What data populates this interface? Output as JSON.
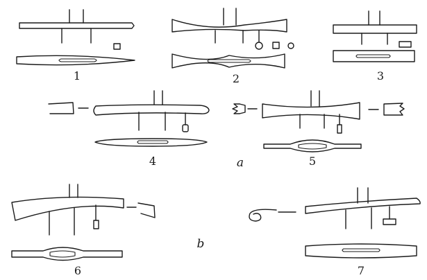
{
  "figure": {
    "group_labels": {
      "a": "a",
      "b": "b"
    },
    "items": [
      {
        "id": "1",
        "label": "1"
      },
      {
        "id": "2",
        "label": "2"
      },
      {
        "id": "3",
        "label": "3"
      },
      {
        "id": "4",
        "label": "4"
      },
      {
        "id": "5",
        "label": "5"
      },
      {
        "id": "6",
        "label": "6"
      },
      {
        "id": "7",
        "label": "7"
      }
    ]
  }
}
